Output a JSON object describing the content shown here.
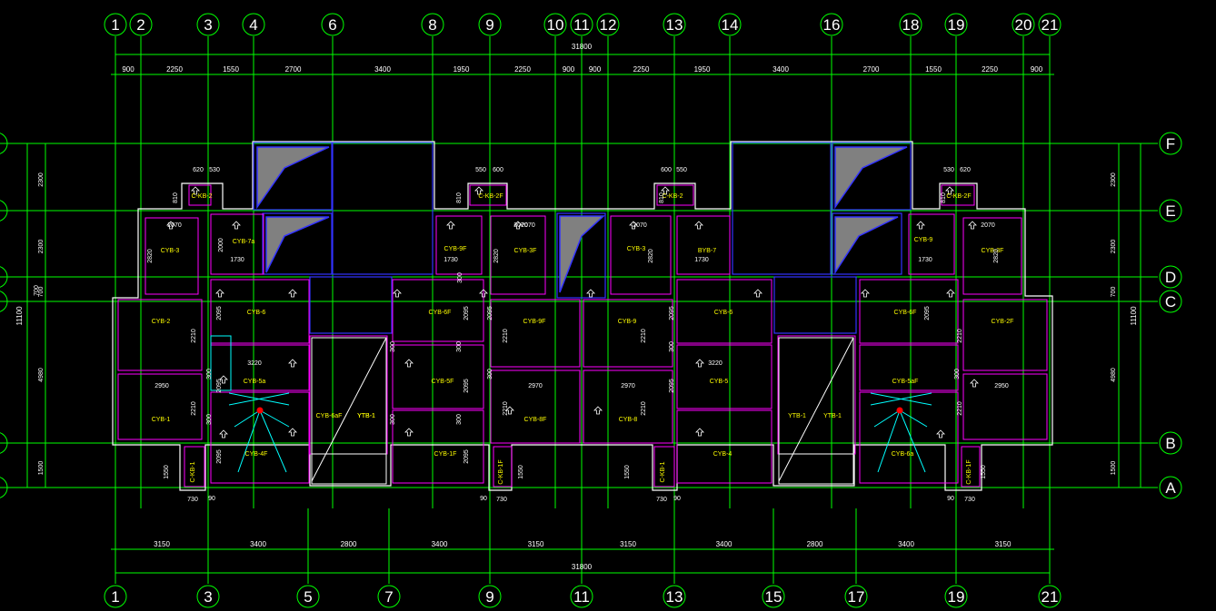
{
  "colors": {
    "background": "#000000",
    "grid": "#00ff00",
    "dim_text": "#ffffff",
    "wall": "#ffffff",
    "room": "#ff00ff",
    "beam": "#3333ff",
    "label": "#ffff00",
    "symbol": "#00ffff",
    "accent": "#ff0000",
    "hatch": "#808080"
  },
  "top_axes": [
    "1",
    "2",
    "3",
    "4",
    "6",
    "8",
    "9",
    "10",
    "11",
    "12",
    "13",
    "14",
    "16",
    "18",
    "19",
    "20",
    "21"
  ],
  "bottom_axes": [
    "1",
    "3",
    "5",
    "7",
    "9",
    "11",
    "13",
    "15",
    "17",
    "19",
    "21"
  ],
  "row_axes": [
    "F",
    "E",
    "D",
    "C",
    "B",
    "A"
  ],
  "overall_dims": {
    "top": "31800",
    "bottom": "31800",
    "left": "11100",
    "right": "11100"
  },
  "top_dims": [
    "900",
    "2250",
    "1550",
    "2700",
    "3400",
    "1950",
    "2250",
    "900",
    "900",
    "2250",
    "1950",
    "3400",
    "2700",
    "1550",
    "2250",
    "900"
  ],
  "bottom_dims": [
    "3150",
    "3400",
    "2800",
    "3400",
    "3150",
    "3150",
    "3400",
    "2800",
    "3400",
    "3150"
  ],
  "side_dims": [
    "2300",
    "2300",
    "700",
    "4980",
    "1500"
  ],
  "misc_dims": [
    "620",
    "530",
    "550",
    "600",
    "600",
    "550",
    "530",
    "620",
    "810",
    "810",
    "810",
    "810",
    "2070",
    "2070",
    "2070",
    "2070",
    "2070",
    "1730",
    "1730",
    "1730",
    "1730",
    "2820",
    "2820",
    "2820",
    "2820",
    "2000",
    "700",
    "2095",
    "2095",
    "2095",
    "2095",
    "2095",
    "2095",
    "2095",
    "2095",
    "2095",
    "2095",
    "2210",
    "2210",
    "2210",
    "2210",
    "2210",
    "2210",
    "2210",
    "2210",
    "3220",
    "3220",
    "2950",
    "2950",
    "2970",
    "2970",
    "300",
    "300",
    "300",
    "300",
    "300",
    "300",
    "300",
    "300",
    "300",
    "300",
    "1550",
    "1550",
    "1550",
    "1550",
    "730",
    "730",
    "730",
    "730",
    "90",
    "90",
    "90",
    "90"
  ],
  "slab_labels": [
    "CYB-3",
    "CYB-7a",
    "CYB-9F",
    "CYB-3F",
    "CYB-3",
    "BYB-7",
    "CYB-9",
    "CYB-3F",
    "CYB-2",
    "CYB-6",
    "CYB-6F",
    "CYB-9F",
    "CYB-9",
    "CYB-6",
    "CYB-6F",
    "CYB-2F",
    "CYB-5a",
    "CYB-5F",
    "CYB-5",
    "CYB-5aF",
    "CYB-1",
    "CYB-8F",
    "CYB-8",
    "CYB-1F",
    "CYB-6a",
    "CYB-4F",
    "CYB-4",
    "CYB-6aF",
    "YTB-1",
    "YTB-1",
    "YTB-1",
    "YTB-1"
  ],
  "kb_labels": [
    "C-KB-2",
    "C-KB-2F",
    "C-KB-2",
    "C-KB-2F",
    "C-KB-1",
    "C-KB-1F",
    "C-KB-1",
    "C-KB-1F"
  ]
}
